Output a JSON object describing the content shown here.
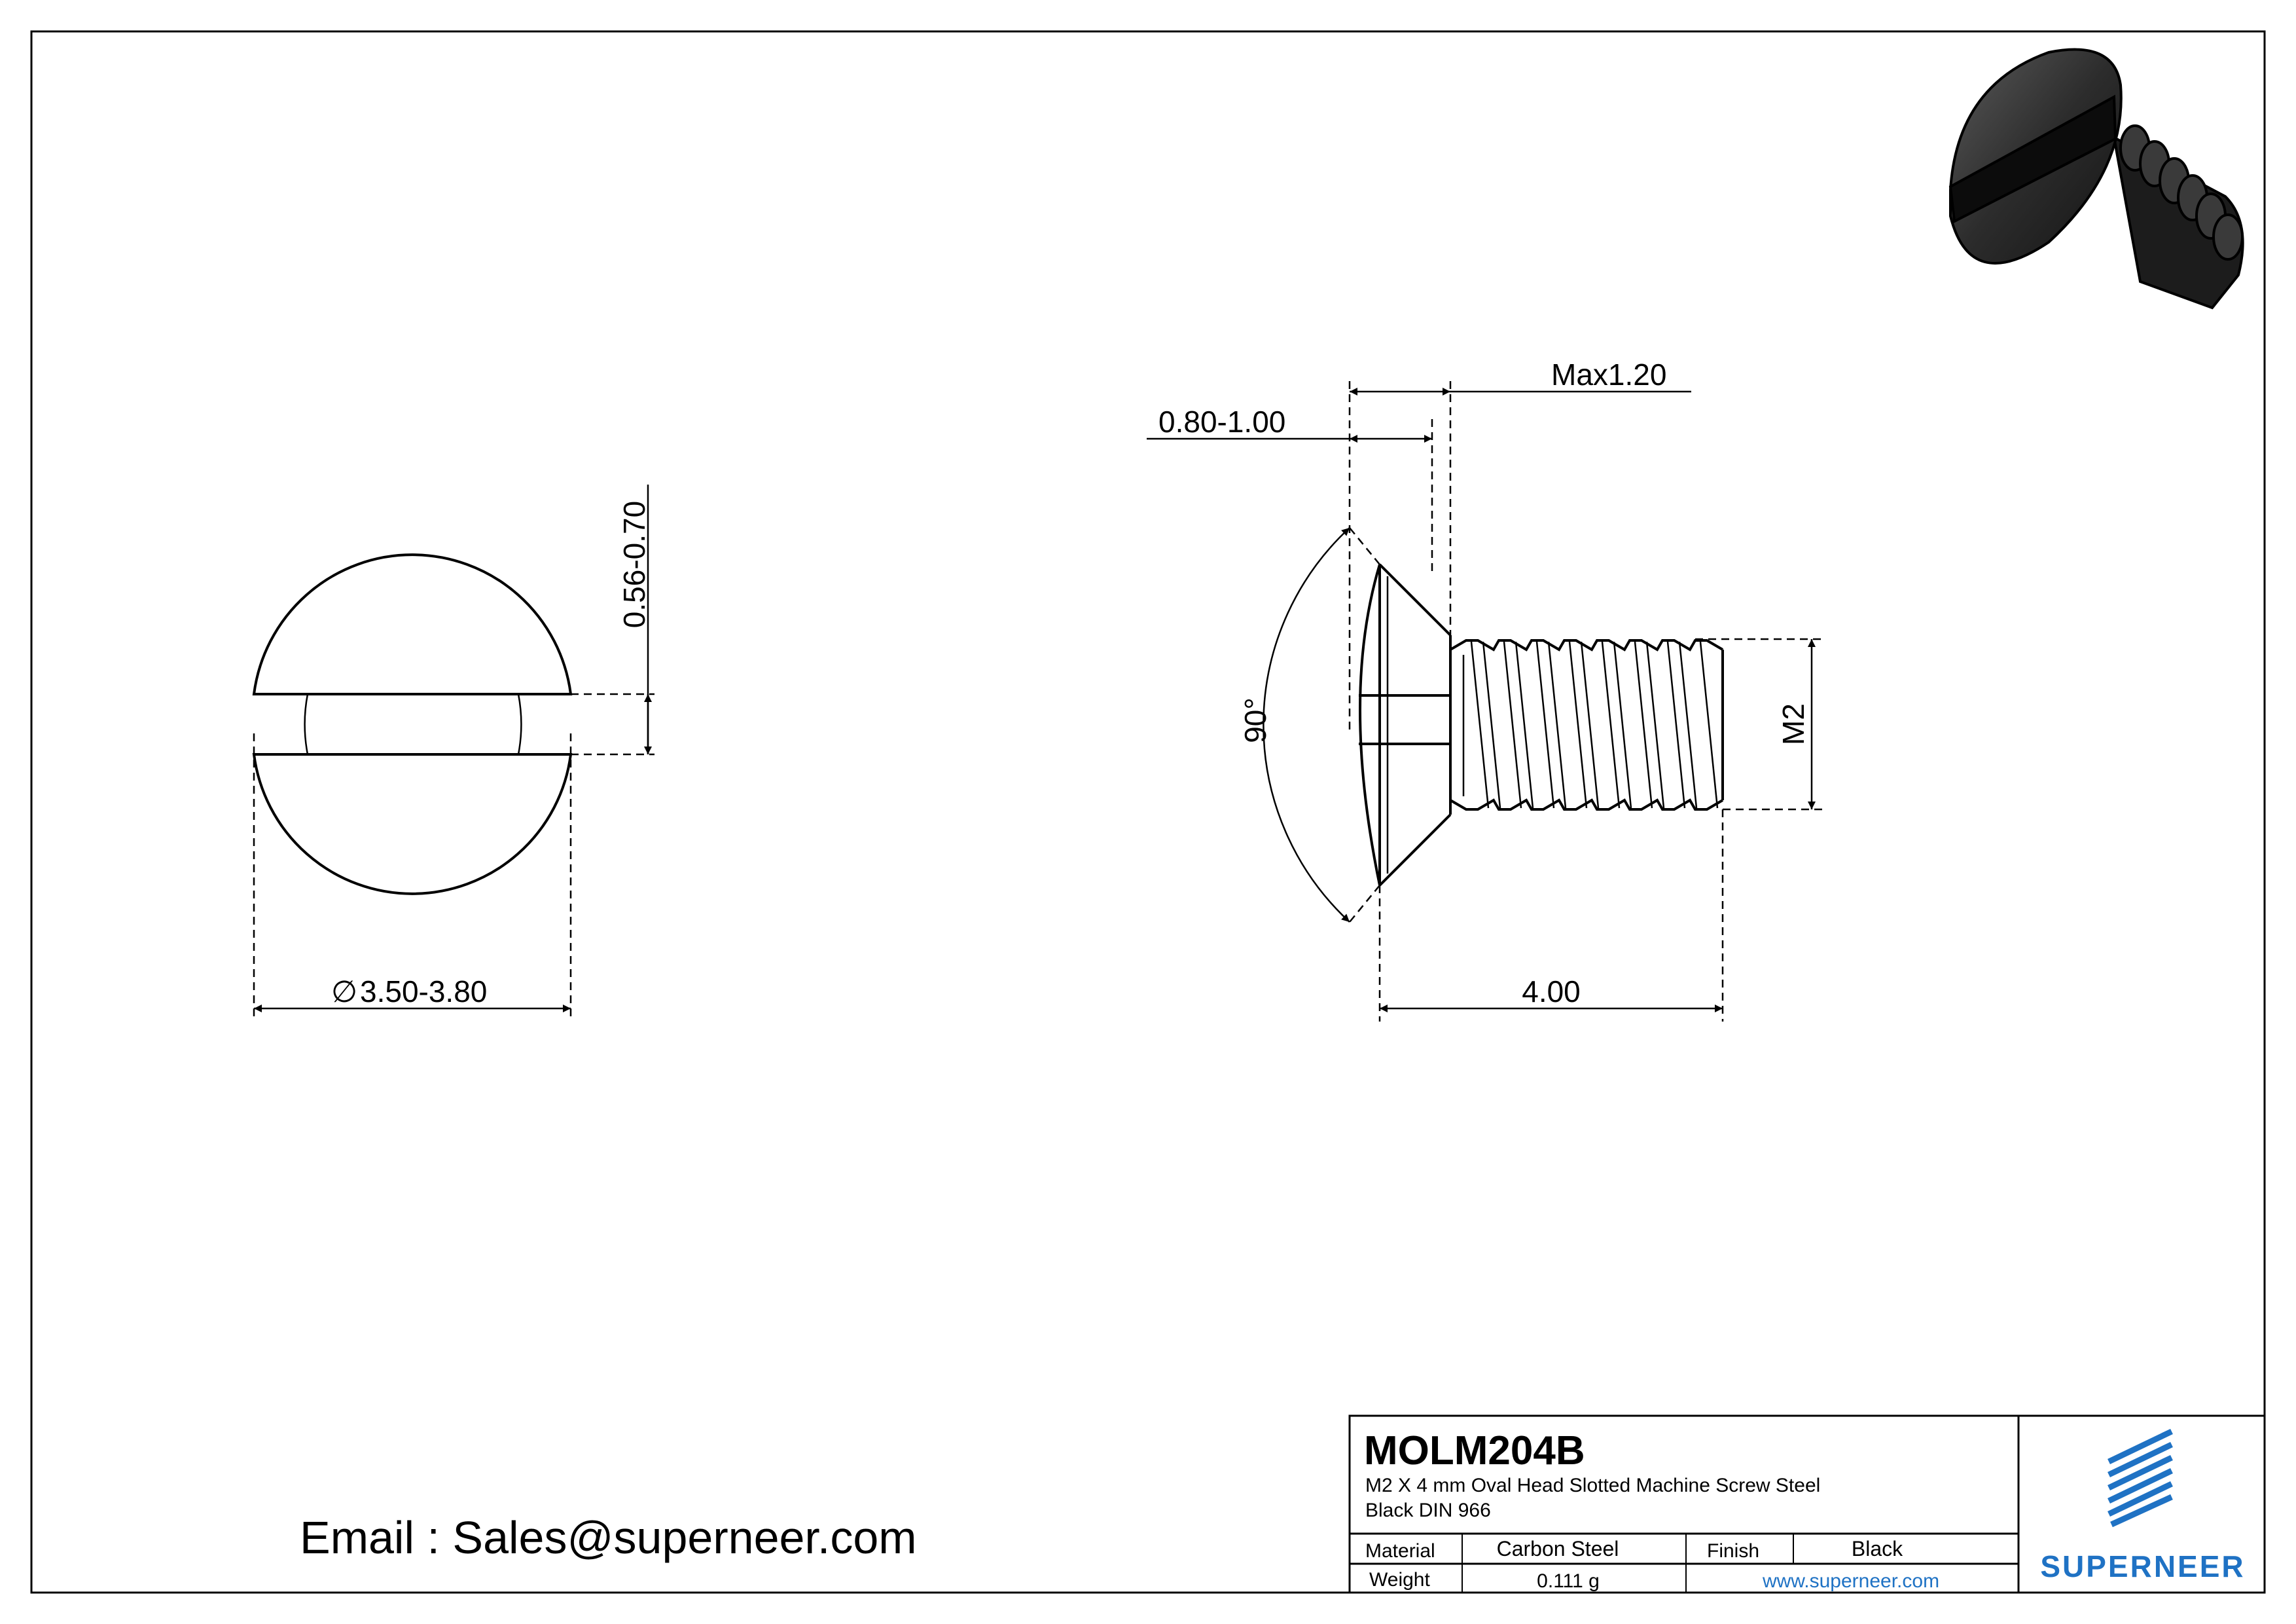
{
  "drawing": {
    "dimensions": {
      "slot_width": "0.56-0.70",
      "head_diameter_symbol": "∅",
      "head_diameter": "3.50-3.80",
      "head_height": "0.80-1.00",
      "max_head": "Max1.20",
      "angle": "90°",
      "thread": "M2",
      "length": "4.00"
    }
  },
  "email": "Email : Sales@superneer.com",
  "title_block": {
    "part_number": "MOLM204B",
    "description_line1": "M2 X 4 mm  Oval Head Slotted Machine Screw Steel",
    "description_line2": "Black DIN 966",
    "material_label": "Material",
    "material_value": "Carbon Steel",
    "finish_label": "Finish",
    "finish_value": "Black",
    "weight_label": "Weight",
    "weight_value": "0.111 g",
    "website": "www.superneer.com",
    "brand": "SUPERNEER"
  },
  "colors": {
    "brand_blue": "#1f72c4",
    "line": "#000000"
  }
}
